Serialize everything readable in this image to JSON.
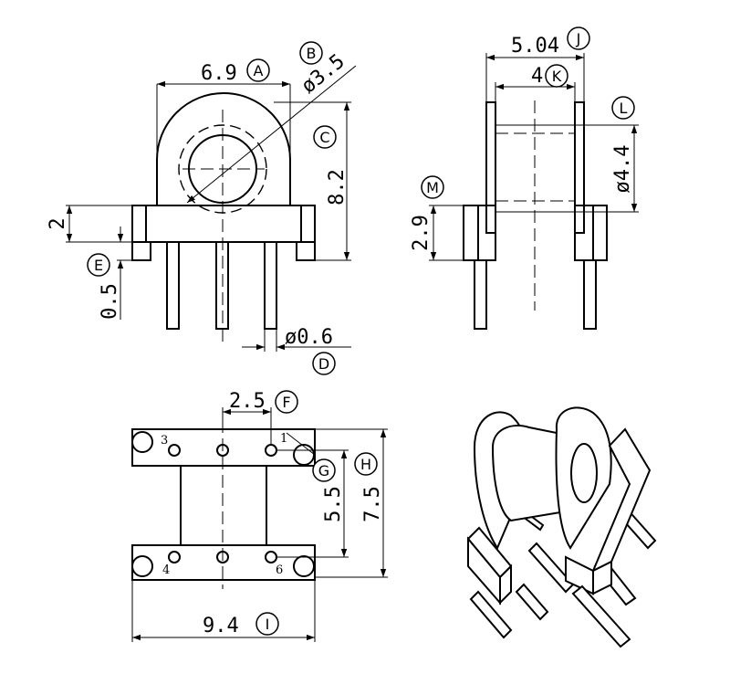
{
  "dimensions": {
    "A": "6.9",
    "B": "ø3.5",
    "C": "8.2",
    "D": "ø0.6",
    "E": "0.5",
    "F": "2.5",
    "G": "5.5",
    "H": "7.5",
    "I": "9.4",
    "J": "5.04",
    "K": "4",
    "L": "ø4.4",
    "M": "2.9",
    "base_height": "2"
  },
  "callouts": [
    "A",
    "B",
    "C",
    "D",
    "E",
    "F",
    "G",
    "H",
    "I",
    "J",
    "K",
    "L",
    "M"
  ],
  "pins": {
    "p1": "1",
    "p3": "3",
    "p4": "4",
    "p6": "6"
  }
}
